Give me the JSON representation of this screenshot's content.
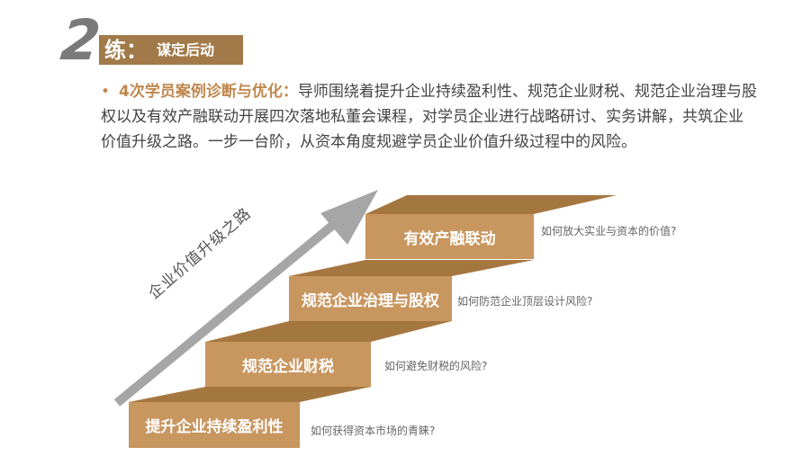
{
  "header": {
    "number": "2",
    "badge_main": "练：",
    "badge_sub": "谋定后动"
  },
  "intro": {
    "bullet": "•",
    "lead": "4次学员案例诊断与优化：",
    "text": "导师围绕着提升企业持续盈利性、规范企业财税、规范企业治理与股权以及有效产融联动开展四次落地私董会课程，对学员企业进行战略研讨、实务讲解，共筑企业价值升级之路。一步一台阶，从资本角度规避学员企业价值升级过程中的风险。"
  },
  "arrow": {
    "label": "企业价值升级之路"
  },
  "steps": [
    {
      "label": "提升企业持续盈利性",
      "question": "如何获得资本市场的青睐?"
    },
    {
      "label": "规范企业财税",
      "question": "如何避免财税的风险?"
    },
    {
      "label": "规范企业治理与股权",
      "question": "如何防范企业顶层设计风险?"
    },
    {
      "label": "有效产融联动",
      "question": "如何放大实业与资本的价值?"
    }
  ],
  "colors": {
    "badge": "#a27a49",
    "step_front": "#c8965f",
    "step_top": "#a57740",
    "accent_text": "#c0884f",
    "arrow": "#a6a6a6"
  }
}
